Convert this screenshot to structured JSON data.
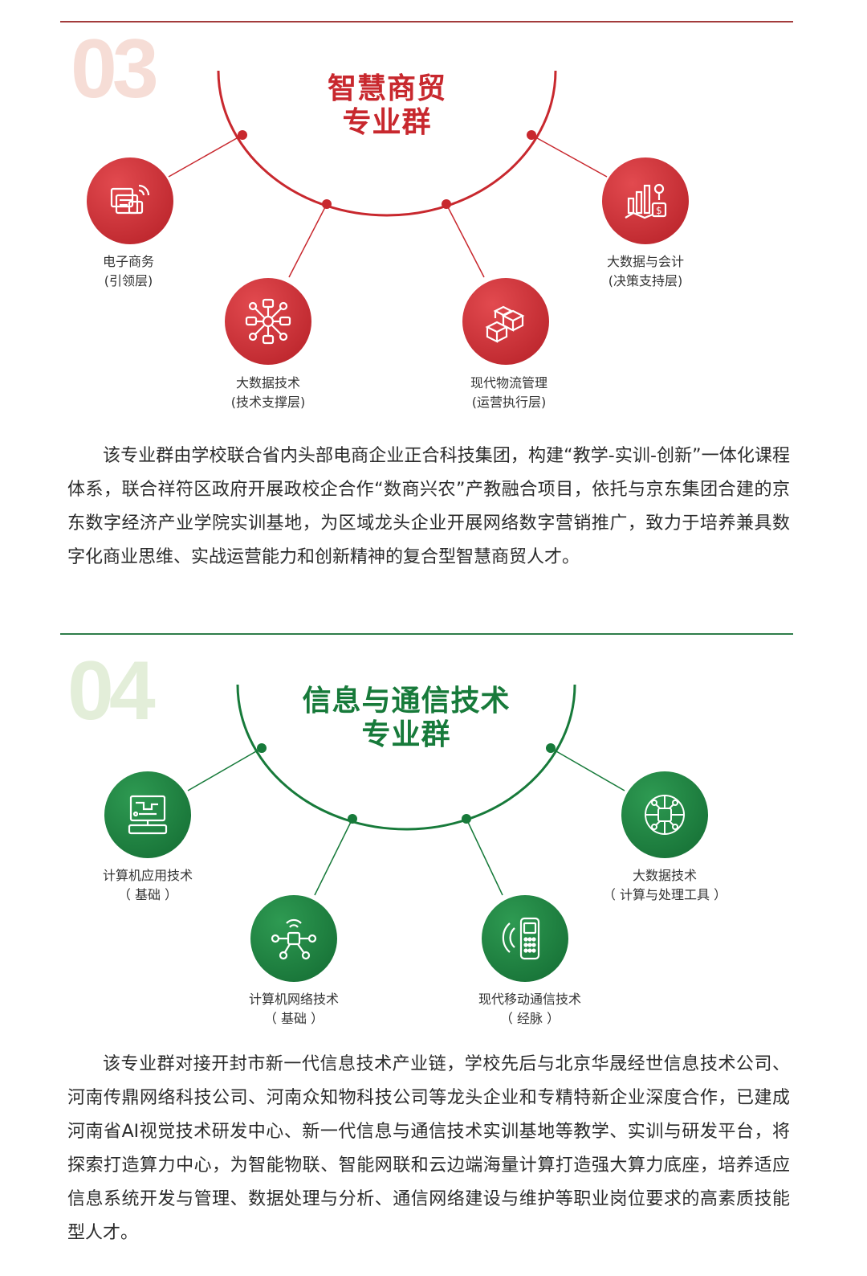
{
  "colors": {
    "red": "#c8282e",
    "red_light": "#f6ddd6",
    "green": "#177a3a",
    "green_light": "#e3eed9"
  },
  "section3": {
    "number": "03",
    "title_line1": "智慧商贸",
    "title_line2": "专业群",
    "nodes": [
      {
        "name": "电子商务",
        "sub": "(引领层)",
        "icon": "ecommerce-icon"
      },
      {
        "name": "大数据技术",
        "sub": "(技术支撑层)",
        "icon": "network-hub-icon"
      },
      {
        "name": "现代物流管理",
        "sub": "(运营执行层)",
        "icon": "boxes-icon"
      },
      {
        "name": "大数据与会计",
        "sub": "(决策支持层)",
        "icon": "finance-icon"
      }
    ],
    "paragraph": "该专业群由学校联合省内头部电商企业正合科技集团，构建“教学-实训-创新”一体化课程体系，联合祥符区政府开展政校企合作“数商兴农”产教融合项目，依托与京东集团合建的京东数字经济产业学院实训基地，为区域龙头企业开展网络数字营销推广，致力于培养兼具数字化商业思维、实战运营能力和创新精神的复合型智慧商贸人才。"
  },
  "section4": {
    "number": "04",
    "title_line1": "信息与通信技术",
    "title_line2": "专业群",
    "nodes": [
      {
        "name": "计算机应用技术",
        "sub": "（ 基础 ）",
        "icon": "computer-icon"
      },
      {
        "name": "计算机网络技术",
        "sub": "（ 基础 ）",
        "icon": "network-icon"
      },
      {
        "name": "现代移动通信技术",
        "sub": "（ 经脉 ）",
        "icon": "mobile-phone-icon"
      },
      {
        "name": "大数据技术",
        "sub": "（ 计算与处理工具 ）",
        "icon": "circuit-icon"
      }
    ],
    "paragraph": "该专业群对接开封市新一代信息技术产业链，学校先后与北京华晟经世信息技术公司、河南传鼎网络科技公司、河南众知物科技公司等龙头企业和专精特新企业深度合作，已建成河南省AI视觉技术研发中心、新一代信息与通信技术实训基地等教学、实训与研发平台，将探索打造算力中心，为智能物联、智能网联和云边端海量计算打造强大算力底座，培养适应信息系统开发与管理、数据处理与分析、通信网络建设与维护等职业岗位要求的高素质技能型人才。"
  }
}
